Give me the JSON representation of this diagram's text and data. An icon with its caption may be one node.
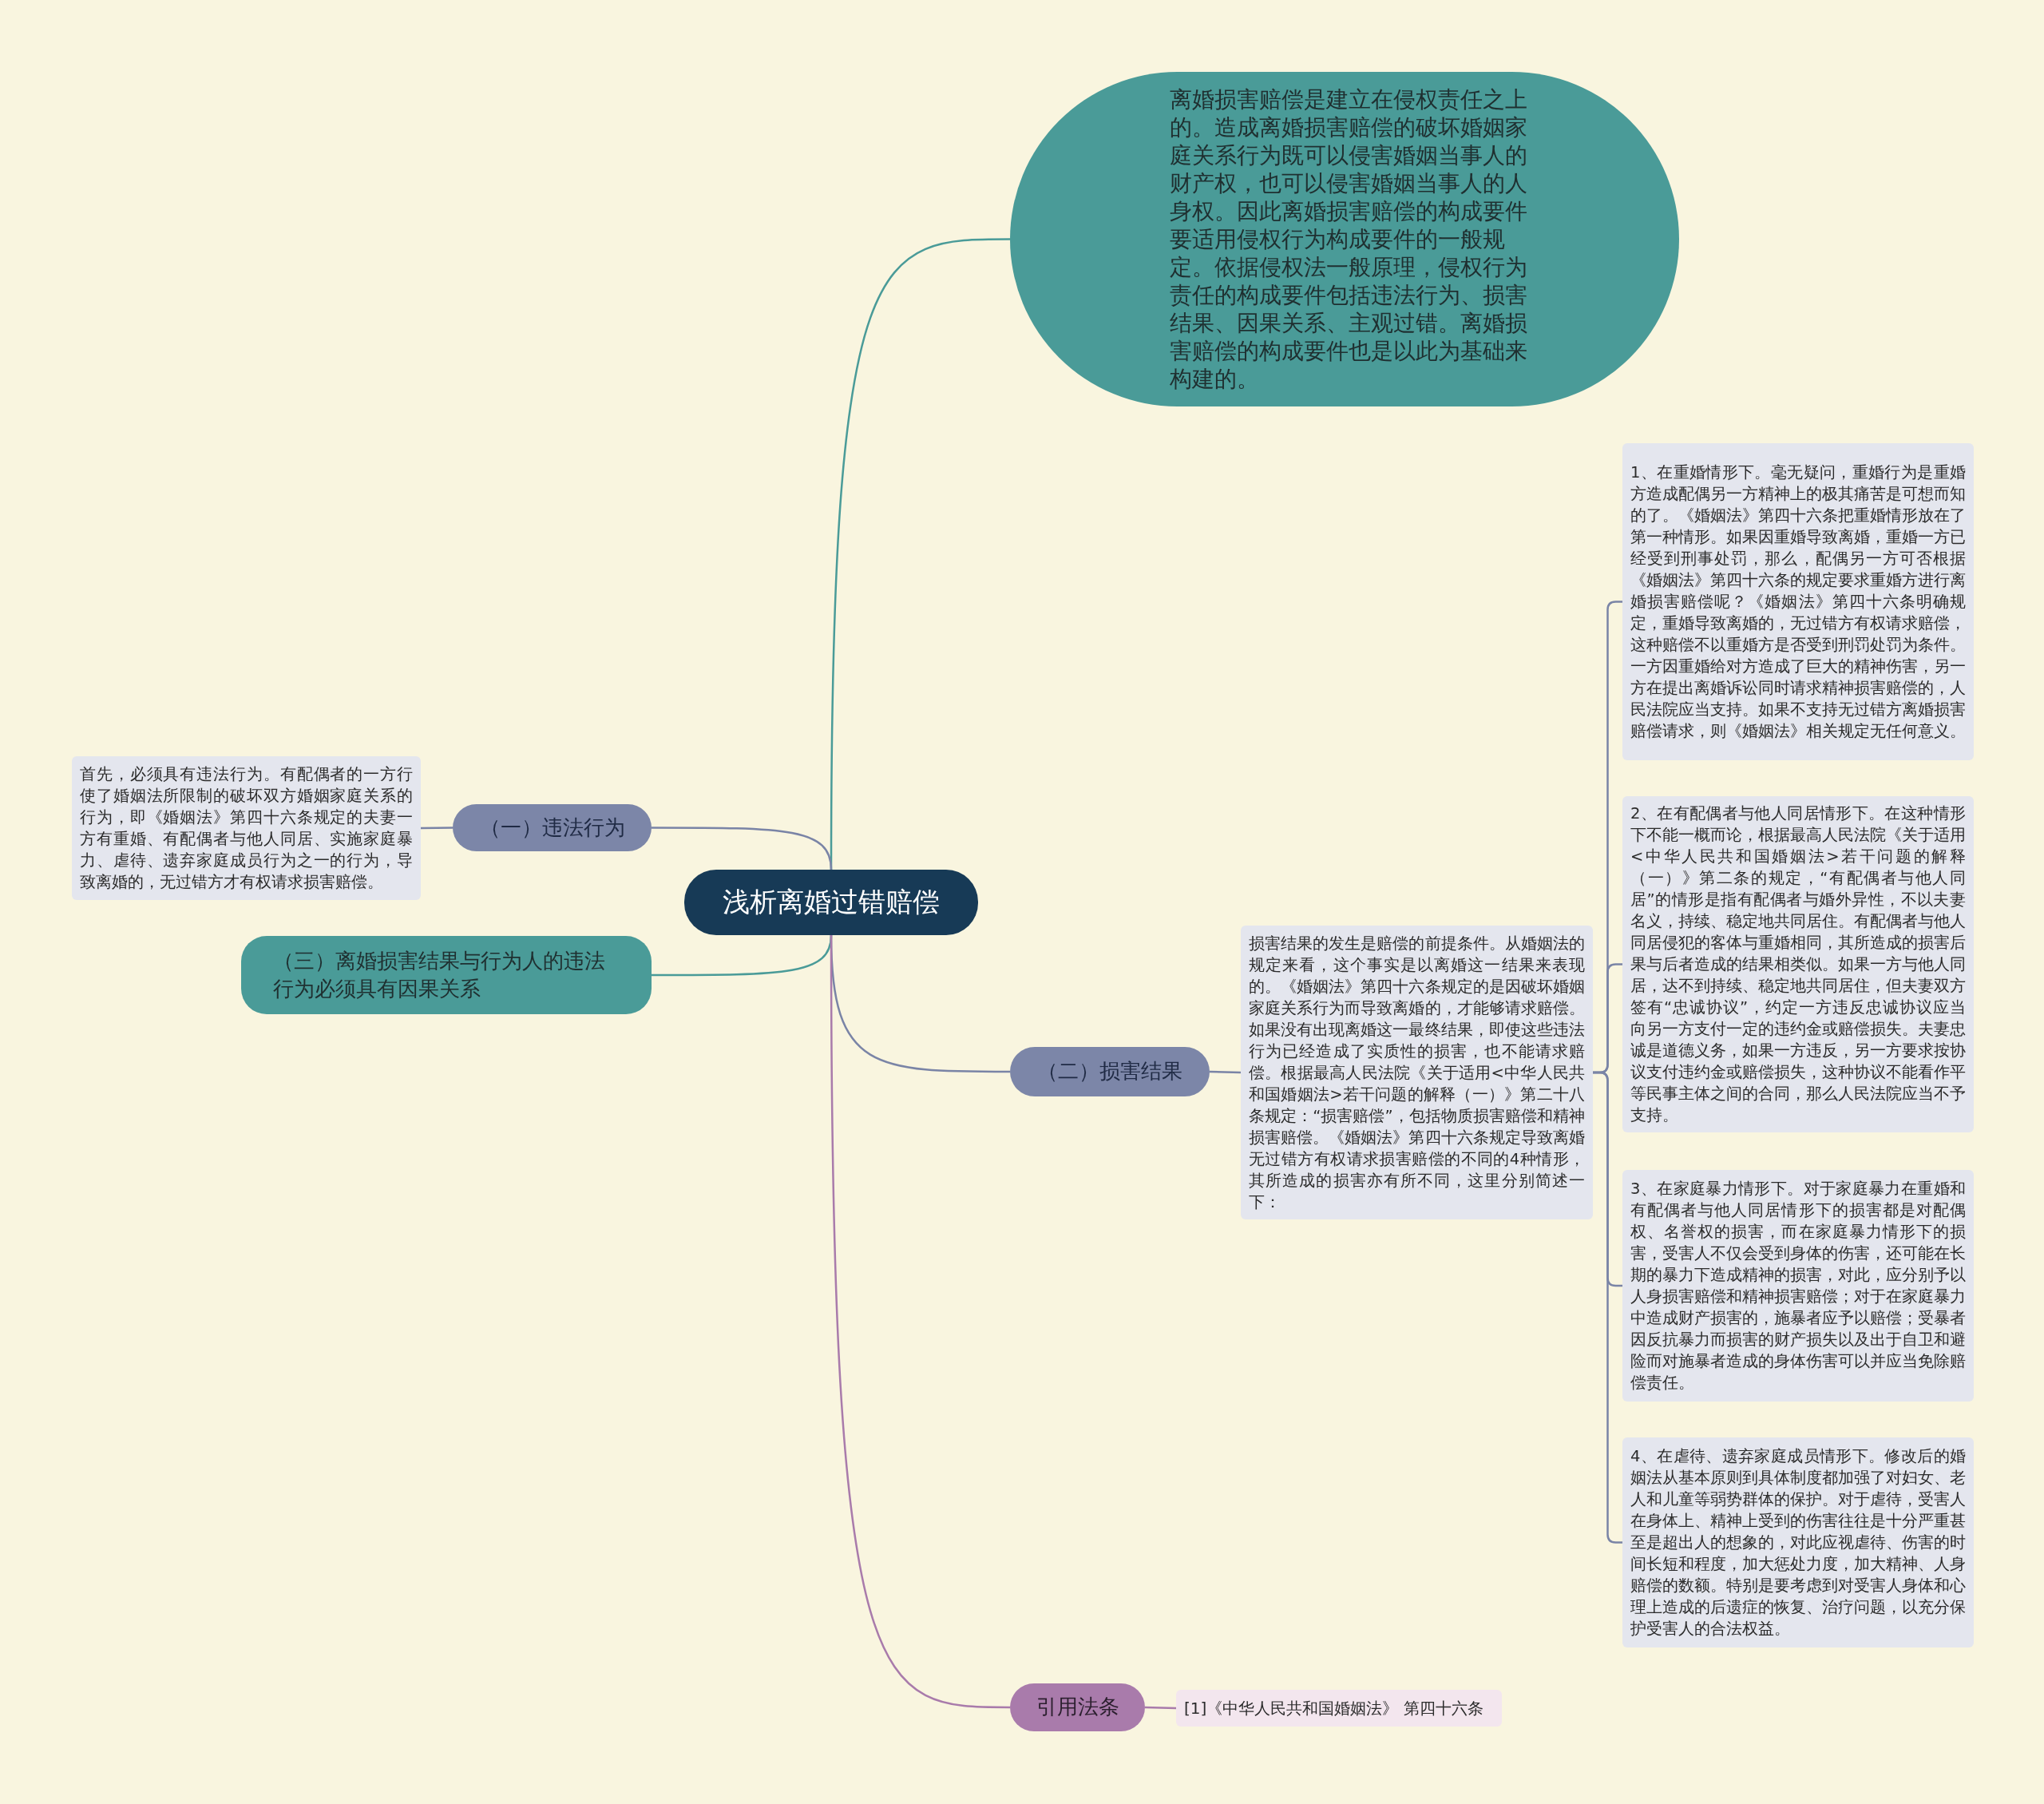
{
  "diagram": {
    "nodes": [
      {
        "text": [
          "浅析离婚过错赔偿"
        ]
      },
      {
        "text": [
          "离婚损害赔偿是建立在侵权责任之上的。造成离婚损害赔偿的破坏婚姻家庭关系行为既可以侵害婚姻当事人的财产权，也可以侵害婚姻当事人的人身权。因此离婚损害赔偿的构成要件要适用侵权行为构成要件的一般规定。依据侵权法一般原理，侵权行为责任的构成要件包括违法行为、损害结果、因果关系、主观过错。离婚损害赔偿的构成要件也是以此为基础来构建的。"
        ]
      },
      {
        "text": [
          "（一）违法行为"
        ]
      },
      {
        "text": [
          "首先，必须具有违法行为。有配偶者的一方行使了婚姻法所限制的破坏双方婚姻家庭关系的行为，即《婚姻法》第四十六条规定的夫妻一方有重婚、有配偶者与他人同居、实施家庭暴力、虐待、遗弃家庭成员行为之一的行为，导致离婚的，无过错方才有权请求损害赔偿。"
        ]
      },
      {
        "text": [
          "（三）离婚损害结果与行为人的违法行为必须具有因果关系"
        ]
      },
      {
        "text": [
          "（二）损害结果"
        ]
      },
      {
        "text": [
          "损害结果的发生是赔偿的前提条件。从婚姻法的规定来看，这个事实是以离婚这一结果来表现的。《婚姻法》第四十六条规定的是因破坏婚姻家庭关系行为而导致离婚的，才能够请求赔偿。如果没有出现离婚这一最终结果，即使这些违法行为已经造成了实质性的损害，也不能请求赔偿。根据最高人民法院《关于适用<中华人民共和国婚姻法>若干问题的解释（一）》第二十八条规定：“损害赔偿”，包括物质损害赔偿和精神损害赔偿。《婚姻法》第四十六条规定导致离婚无过错方有权请求损害赔偿的不同的4种情形，其所造成的损害亦有所不同，这里分别简述一下："
        ]
      },
      {
        "text": [
          "1、在重婚情形下。毫无疑问，重婚行为是重婚方造成配偶另一方精神上的极其痛苦是可想而知的了。《婚姻法》第四十六条把重婚情形放在了第一种情形。如果因重婚导致离婚，重婚一方已经受到刑事处罚，那么，配偶另一方可否根据《婚姻法》第四十六条的规定要求重婚方进行离婚损害赔偿呢？《婚姻法》第四十六条明确规定，重婚导致离婚的，无过错方有权请求赔偿，这种赔偿不以重婚方是否受到刑罚处罚为条件。一方因重婚给对方造成了巨大的精神伤害，另一方在提出离婚诉讼同时请求精神损害赔偿的，人民法院应当支持。如果不支持无过错方离婚损害赔偿请求，则《婚姻法》相关规定无任何意义。"
        ]
      },
      {
        "text": [
          "2、在有配偶者与他人同居情形下。在这种情形下不能一概而论，根据最高人民法院《关于适用<中华人民共和国婚姻法>若干问题的解释（一）》第二条的规定，“有配偶者与他人同居”的情形是指有配偶者与婚外异性，不以夫妻名义，持续、稳定地共同居住。有配偶者与他人同居侵犯的客体与重婚相同，其所造成的损害后果与后者造成的结果相类似。如果一方与他人同居，达不到持续、稳定地共同居住，但夫妻双方签有“忠诚协议”，约定一方违反忠诚协议应当向另一方支付一定的违约金或赔偿损失。夫妻忠诚是道德义务，如果一方违反，另一方要求按协议支付违约金或赔偿损失，这种协议不能看作平等民事主体之间的合同，那么人民法院应当不予支持。"
        ]
      },
      {
        "text": [
          "3、在家庭暴力情形下。对于家庭暴力在重婚和有配偶者与他人同居情形下的损害都是对配偶权、名誉权的损害，而在家庭暴力情形下的损害，受害人不仅会受到身体的伤害，还可能在长期的暴力下造成精神的损害，对此，应分别予以人身损害赔偿和精神损害赔偿；对于在家庭暴力中造成财产损害的，施暴者应予以赔偿；受暴者因反抗暴力而损害的财产损失以及出于自卫和避险而对施暴者造成的身体伤害可以并应当免除赔偿责任。"
        ]
      },
      {
        "text": [
          "4、在虐待、遗弃家庭成员情形下。修改后的婚姻法从基本原则到具体制度都加强了对妇女、老人和儿童等弱势群体的保护。对于虐待，受害人在身体上、精神上受到的伤害往往是十分严重甚至是超出人的想象的，对此应视虐待、伤害的时间长短和程度，加大惩处力度，加大精神、人身赔偿的数额。特别是要考虑到对受害人身体和心理上造成的后遗症的恢复、治疗问题，以充分保护受害人的合法权益。"
        ]
      },
      {
        "text": [
          "引用法条"
        ]
      },
      {
        "text": [
          "[1]《中华人民共和国婚姻法》 第四十六条"
        ]
      }
    ],
    "edges": [
      {
        "from": 0,
        "to": 1,
        "arrow": "none",
        "color": "#4a9b98"
      },
      {
        "from": 0,
        "to": 2,
        "arrow": "none"
      },
      {
        "from": 2,
        "to": 3,
        "arrow": "none"
      },
      {
        "from": 0,
        "to": 4,
        "arrow": "none",
        "color": "#4a9b98"
      },
      {
        "from": 0,
        "to": 5,
        "arrow": "none"
      },
      {
        "from": 5,
        "to": 6,
        "arrow": "none"
      },
      {
        "from": 6,
        "to": 7,
        "arrow": "none"
      },
      {
        "from": 6,
        "to": 8,
        "arrow": "none"
      },
      {
        "from": 6,
        "to": 9,
        "arrow": "none"
      },
      {
        "from": 6,
        "to": 10,
        "arrow": "none"
      },
      {
        "from": 0,
        "to": 11,
        "arrow": "none",
        "color": "#a97bab"
      },
      {
        "from": 11,
        "to": 12,
        "arrow": "none",
        "color": "#a97bab"
      }
    ]
  }
}
